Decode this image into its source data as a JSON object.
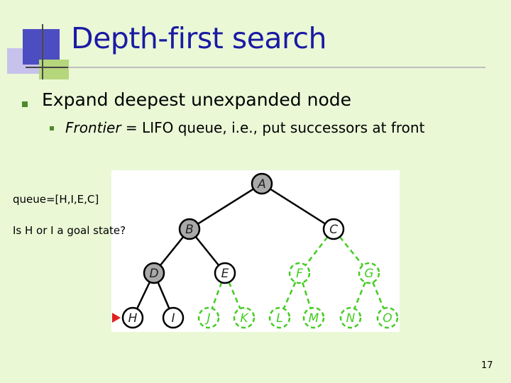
{
  "slide": {
    "title": "Depth-first search",
    "bullet1": "Expand deepest unexpanded node",
    "bullet2_italic": "Frontier",
    "bullet2_rest": " = LIFO queue, i.e., put successors at front",
    "queue_label": "queue=[H,I,E,C]",
    "goal_question": "Is H or I a goal state?",
    "page_number": "17"
  },
  "colors": {
    "background": "#eaf8d6",
    "title": "#1a1aa3",
    "expanded_node": "#a9a9a9",
    "frontier_node": "#ffffff",
    "unexplored_node": "#44cc22",
    "marker": "#e02020"
  },
  "tree": {
    "nodes": [
      {
        "id": "A",
        "label": "A",
        "state": "expanded"
      },
      {
        "id": "B",
        "label": "B",
        "state": "expanded"
      },
      {
        "id": "C",
        "label": "C",
        "state": "frontier"
      },
      {
        "id": "D",
        "label": "D",
        "state": "expanded"
      },
      {
        "id": "E",
        "label": "E",
        "state": "frontier"
      },
      {
        "id": "F",
        "label": "F",
        "state": "unexplored"
      },
      {
        "id": "G",
        "label": "G",
        "state": "unexplored"
      },
      {
        "id": "H",
        "label": "H",
        "state": "frontier"
      },
      {
        "id": "I",
        "label": "I",
        "state": "frontier"
      },
      {
        "id": "J",
        "label": "J",
        "state": "unexplored"
      },
      {
        "id": "K",
        "label": "K",
        "state": "unexplored"
      },
      {
        "id": "L",
        "label": "L",
        "state": "unexplored"
      },
      {
        "id": "M",
        "label": "M",
        "state": "unexplored"
      },
      {
        "id": "N",
        "label": "N",
        "state": "unexplored"
      },
      {
        "id": "O",
        "label": "O",
        "state": "unexplored"
      }
    ],
    "edges": [
      {
        "from": "A",
        "to": "B",
        "style": "solid"
      },
      {
        "from": "A",
        "to": "C",
        "style": "solid"
      },
      {
        "from": "B",
        "to": "D",
        "style": "solid"
      },
      {
        "from": "B",
        "to": "E",
        "style": "solid"
      },
      {
        "from": "C",
        "to": "F",
        "style": "dashed"
      },
      {
        "from": "C",
        "to": "G",
        "style": "dashed"
      },
      {
        "from": "D",
        "to": "H",
        "style": "solid"
      },
      {
        "from": "D",
        "to": "I",
        "style": "solid"
      },
      {
        "from": "E",
        "to": "J",
        "style": "dashed"
      },
      {
        "from": "E",
        "to": "K",
        "style": "dashed"
      },
      {
        "from": "F",
        "to": "L",
        "style": "dashed"
      },
      {
        "from": "F",
        "to": "M",
        "style": "dashed"
      },
      {
        "from": "G",
        "to": "N",
        "style": "dashed"
      },
      {
        "from": "G",
        "to": "O",
        "style": "dashed"
      }
    ],
    "current_node": "H"
  }
}
